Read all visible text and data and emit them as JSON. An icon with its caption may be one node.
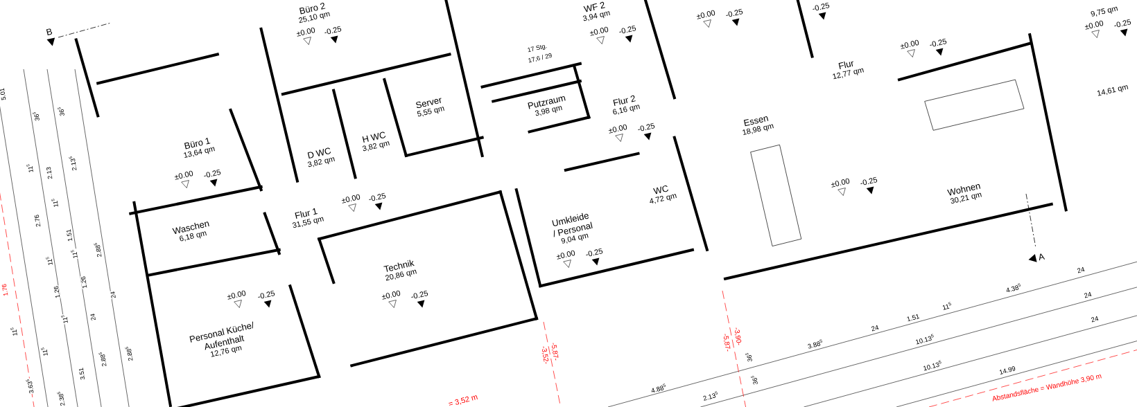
{
  "diagram": {
    "nodes": [
      {
        "text": [
          "Büro 2",
          "25,10 qm"
        ]
      },
      {
        "text": [
          "Büro 1",
          "13,64 qm"
        ]
      },
      {
        "text": [
          "D WC",
          "3,82 qm"
        ]
      },
      {
        "text": [
          "H WC",
          "3,82 qm"
        ]
      },
      {
        "text": [
          "Server",
          "5,55 qm"
        ]
      },
      {
        "text": [
          "WF 2",
          "3,94 qm"
        ]
      },
      {
        "text": [
          "Putzraum",
          "3,98 qm"
        ]
      },
      {
        "text": [
          "Flur 2",
          "6,16 qm"
        ]
      },
      {
        "text": [
          "Flur 1",
          "31,55 qm"
        ]
      },
      {
        "text": [
          "Waschen",
          "6,18 qm"
        ]
      },
      {
        "text": [
          "Personal Küche/ Aufenthalt",
          "12,76 qm"
        ]
      },
      {
        "text": [
          "Technik",
          "20,86 qm"
        ]
      },
      {
        "text": [
          "Umkleide / Personal",
          "9,04 qm"
        ]
      },
      {
        "text": [
          "WC",
          "4,72 qm"
        ]
      },
      {
        "text": [
          "Essen",
          "18,98 qm"
        ]
      },
      {
        "text": [
          "Flur",
          "12,77 qm"
        ]
      },
      {
        "text": [
          "Wohnen",
          "30,21 qm"
        ]
      }
    ],
    "labels": [
      "-0.25",
      "±0.00",
      "-0.25",
      "9,75 qm",
      "±0.00",
      "-0.25",
      "B",
      "±0.00",
      "-0.25",
      "±0.00",
      "-0.25",
      "±0.00",
      "-0.25",
      "17 Stg.",
      "17,6 / 29",
      "5.01",
      "14,61 qm",
      "36$^{5}$",
      "36$^{5}$",
      "±0.00",
      "-0.25",
      "11$^{5}$",
      "2.13",
      "2.13$^{5}$",
      "±0.00",
      "-0.25",
      "±0.00",
      "-0.25",
      "11$^{5}$",
      "±0.00",
      "-0.25",
      "2.76",
      "1.51",
      "11$^{5}$",
      "11$^{5}$",
      "2.88$^{5}$",
      "±0.00",
      "-0.25",
      "A",
      "24",
      "1.26",
      "1.76",
      "1.26",
      "24",
      "±0.00",
      "-0.25",
      "±0.00",
      "-0.25",
      "4.38$^{5}$",
      "24",
      "11$^{5}$",
      "11$^{5}$",
      "24",
      "1.51",
      "24",
      "11$^{5}$",
      "24",
      "-5,87-",
      "-3,90-",
      "3.88$^{5}$",
      "10.13$^{5}$",
      "11$^{5}$",
      "2.88$^{5}$",
      "2.88$^{5}$",
      "-3,52-",
      "-5,87-",
      "36$^{5}$",
      "3.51",
      "10.13$^{5}$",
      "14.99",
      "36$^{5}$",
      "3.63$^{5}$",
      "4.88$^{5}$",
      "2.38$^{5}$",
      "= 3,52 m",
      "2.13$^{5}$",
      "Abstandsfläche = Wandhöhe 3,90 m"
    ]
  }
}
